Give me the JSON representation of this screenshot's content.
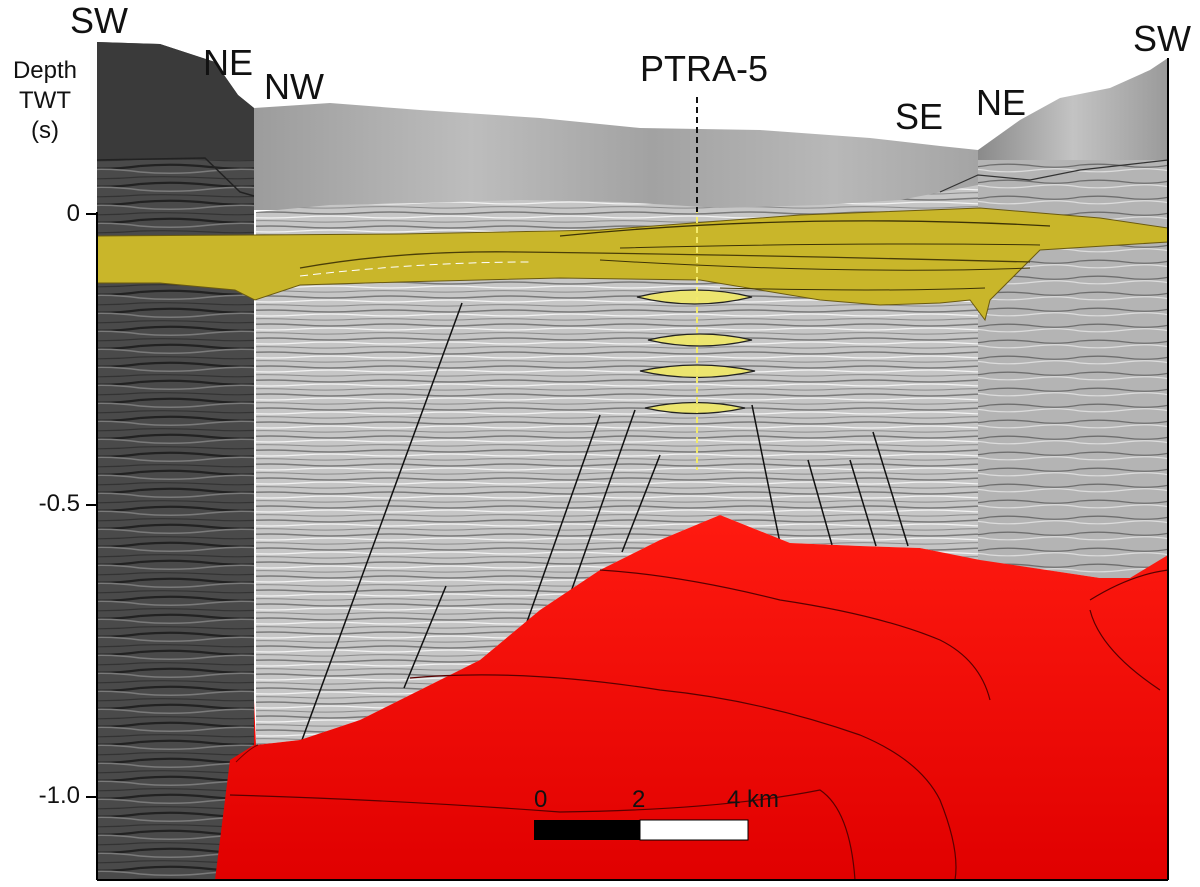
{
  "well": {
    "name": "PTRA-5"
  },
  "directions": {
    "left_panel_top": "SW",
    "left_panel_end": "NE",
    "center_left": "NW",
    "center_right": "SE",
    "right_panel_start": "NE",
    "right_panel_end": "SW"
  },
  "axis": {
    "title_line1": "Depth",
    "title_line2": "TWT",
    "title_line3": "(s)",
    "ticks": [
      "0",
      "-0.5",
      "-1.0"
    ]
  },
  "scale_bar": {
    "labels": [
      "0",
      "2",
      "4 km"
    ]
  },
  "colors": {
    "basement": "#ff0000",
    "reservoir": "#c9b62a",
    "lens": "#ece56f",
    "seismic_dark": "#3f3f3f",
    "seismic_light": "#c4c4c4",
    "water_column": "#a8a8a8"
  }
}
